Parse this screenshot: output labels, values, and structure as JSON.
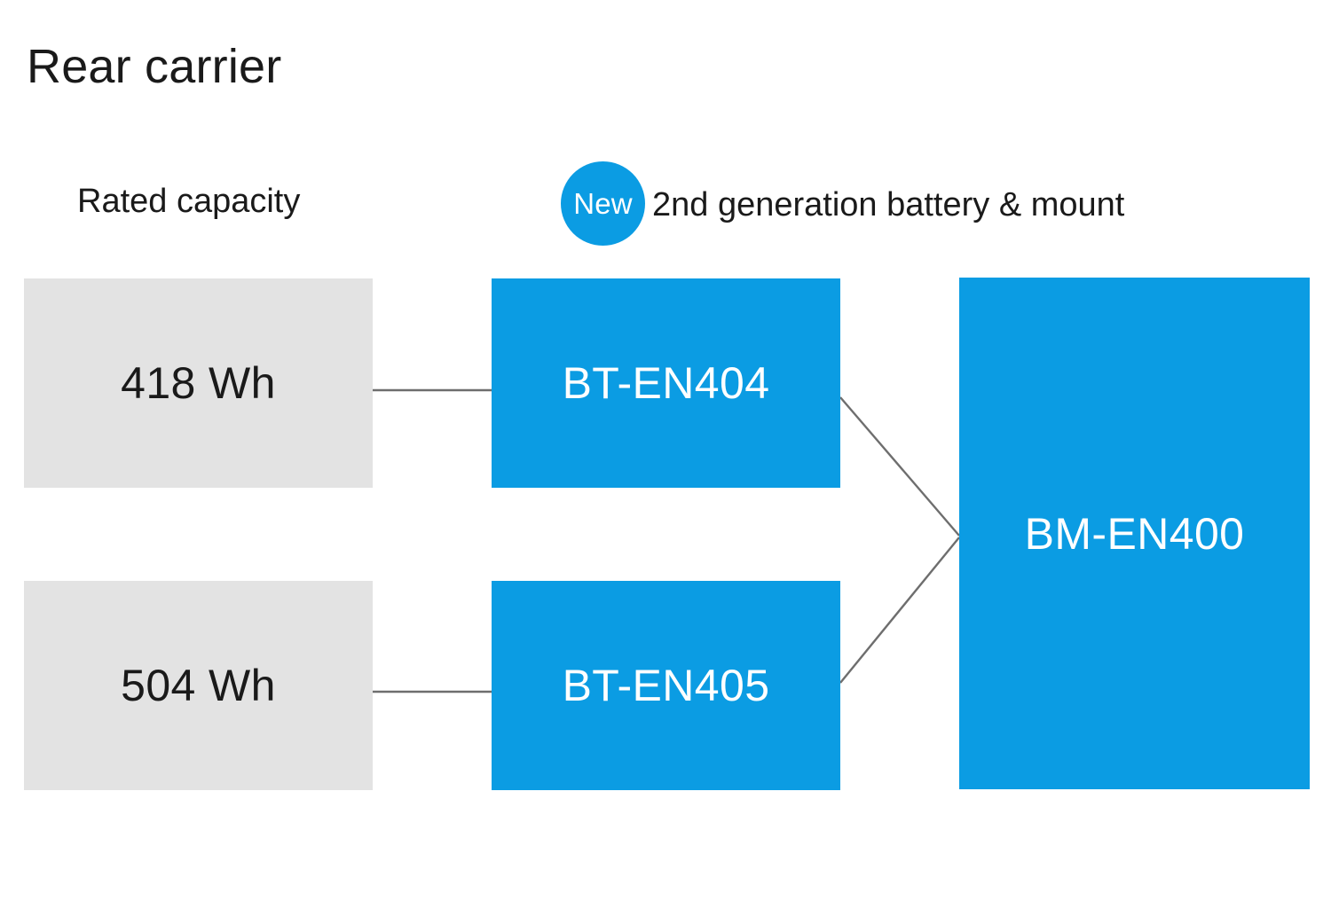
{
  "title": "Rear carrier",
  "columns": {
    "capacity_header": "Rated capacity",
    "product_header": {
      "badge": "New",
      "text": "2nd generation battery & mount"
    }
  },
  "colors": {
    "brand_blue": "#0B9CE3",
    "node_gray": "#E3E3E3",
    "connector_gray": "#6E6E6E",
    "text_dark": "#1A1A1A",
    "text_light": "#FFFFFF"
  },
  "nodes": {
    "capacity_418": "418 Wh",
    "capacity_504": "504 Wh",
    "battery_404": "BT-EN404",
    "battery_405": "BT-EN405",
    "mount_400": "BM-EN400"
  },
  "chart_data": {
    "type": "diagram",
    "title": "Rear carrier",
    "layout": "left-to-right compatibility flow",
    "columns": [
      {
        "header": "Rated capacity",
        "nodes": [
          "418 Wh",
          "504 Wh"
        ],
        "style": "gray"
      },
      {
        "header": "2nd generation battery & mount",
        "badge": "New",
        "nodes": [
          "BT-EN404",
          "BT-EN405"
        ],
        "style": "blue"
      },
      {
        "header": "",
        "nodes": [
          "BM-EN400"
        ],
        "style": "blue"
      }
    ],
    "edges": [
      {
        "from": "418 Wh",
        "to": "BT-EN404",
        "style": "straight"
      },
      {
        "from": "504 Wh",
        "to": "BT-EN405",
        "style": "straight"
      },
      {
        "from": "BT-EN404",
        "to": "BM-EN400",
        "style": "diagonal"
      },
      {
        "from": "BT-EN405",
        "to": "BM-EN400",
        "style": "diagonal"
      }
    ]
  }
}
